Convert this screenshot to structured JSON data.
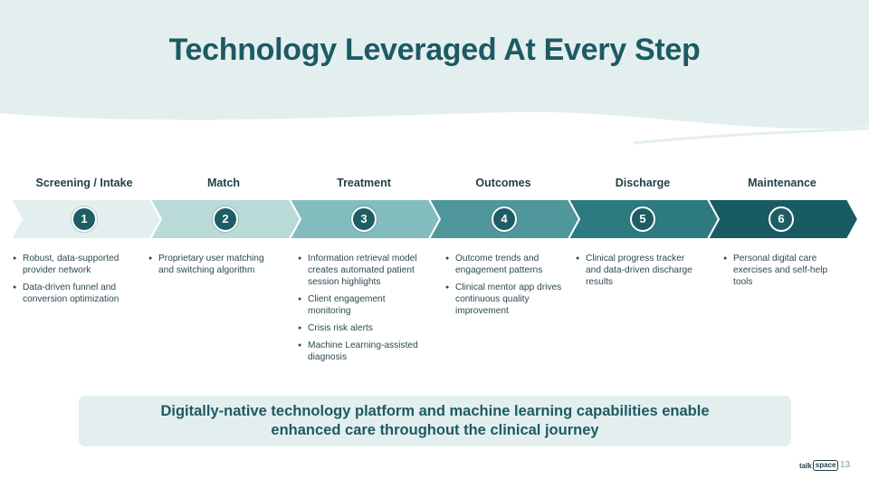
{
  "title": "Technology Leveraged At Every Step",
  "stages": [
    {
      "label": "Screening / Intake",
      "number": "1",
      "color": "#e3efef",
      "bullets": [
        "Robust, data-supported provider network",
        "Data-driven funnel and conversion optimization"
      ]
    },
    {
      "label": "Match",
      "number": "2",
      "color": "#b9dbd8",
      "bullets": [
        "Proprietary user matching and switching algorithm"
      ]
    },
    {
      "label": "Treatment",
      "number": "3",
      "color": "#82bcbf",
      "bullets": [
        "Information retrieval model creates automated patient session highlights",
        "Client engagement monitoring",
        "Crisis risk alerts",
        "Machine Learning-assisted diagnosis"
      ]
    },
    {
      "label": "Outcomes",
      "number": "4",
      "color": "#4f979b",
      "bullets": [
        "Outcome trends and engagement patterns",
        "Clinical mentor app drives continuous quality improvement"
      ]
    },
    {
      "label": "Discharge",
      "number": "5",
      "color": "#2d7b80",
      "bullets": [
        "Clinical progress tracker and data-driven discharge results"
      ]
    },
    {
      "label": "Maintenance",
      "number": "6",
      "color": "#195b62",
      "bullets": [
        "Personal digital care exercises and self-help tools"
      ]
    }
  ],
  "callout": "Digitally-native technology platform and machine learning capabilities enable enhanced care throughout the clinical journey",
  "logo": {
    "prefix": "talk",
    "boxed": "space"
  },
  "page_number": "13"
}
